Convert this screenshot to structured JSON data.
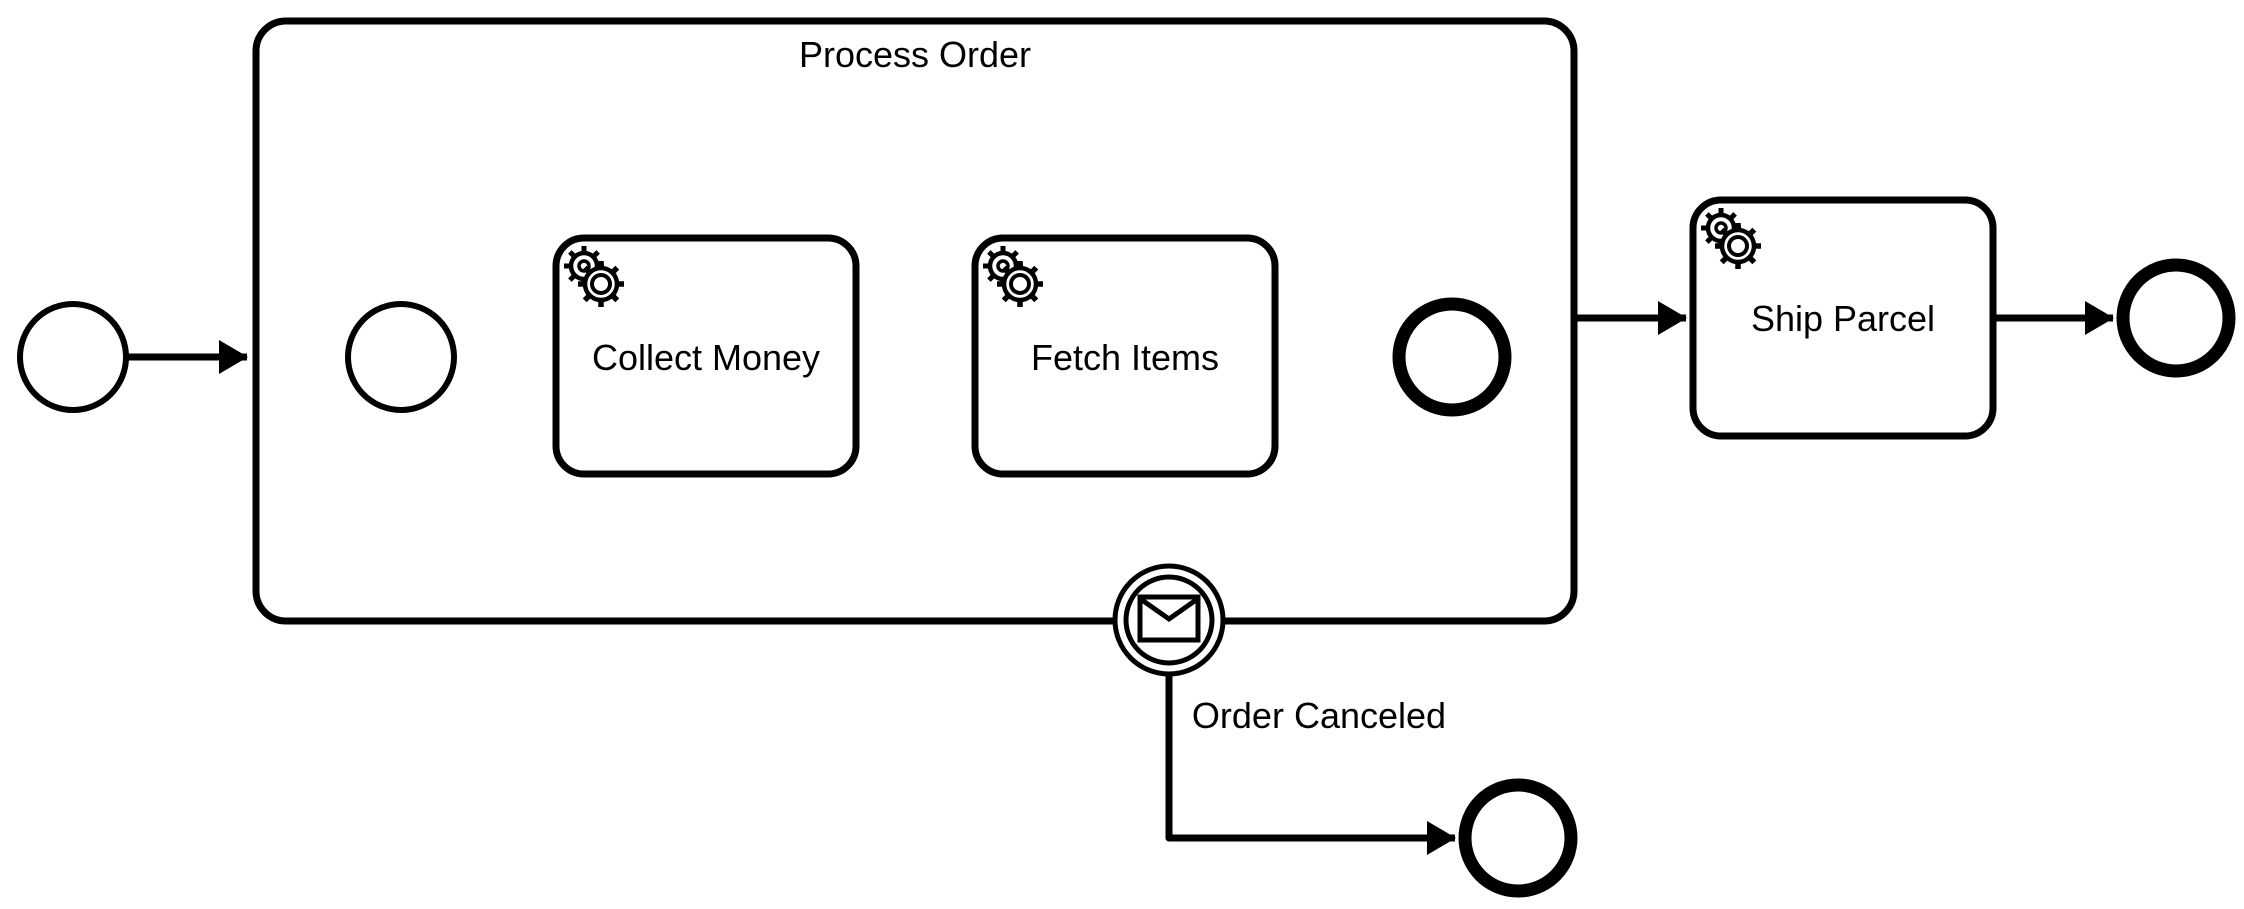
{
  "diagram": {
    "type": "bpmn-process-diagram",
    "title": "Process Order",
    "nodes": [
      {
        "id": "start-main",
        "type": "start-event",
        "label": ""
      },
      {
        "id": "process-order-subprocess",
        "type": "expanded-subprocess",
        "label": "Process Order"
      },
      {
        "id": "start-sub",
        "type": "start-event",
        "label": ""
      },
      {
        "id": "collect-money",
        "type": "service-task",
        "label": "Collect Money",
        "icon": "service-gears-icon"
      },
      {
        "id": "fetch-items",
        "type": "service-task",
        "label": "Fetch Items",
        "icon": "service-gears-icon"
      },
      {
        "id": "end-sub",
        "type": "end-event",
        "label": ""
      },
      {
        "id": "order-canceled-boundary",
        "type": "message-boundary-event",
        "label": "Order Canceled",
        "icon": "message-envelope-icon"
      },
      {
        "id": "ship-parcel",
        "type": "service-task",
        "label": "Ship Parcel",
        "icon": "service-gears-icon"
      },
      {
        "id": "end-canceled",
        "type": "end-event",
        "label": ""
      },
      {
        "id": "end-main",
        "type": "end-event",
        "label": ""
      }
    ],
    "flows": [
      {
        "from": "start-main",
        "to": "process-order-subprocess"
      },
      {
        "from": "start-sub",
        "to": "collect-money"
      },
      {
        "from": "collect-money",
        "to": "fetch-items"
      },
      {
        "from": "fetch-items",
        "to": "end-sub"
      },
      {
        "from": "order-canceled-boundary",
        "to": "end-canceled"
      },
      {
        "from": "process-order-subprocess",
        "to": "ship-parcel"
      },
      {
        "from": "ship-parcel",
        "to": "end-main"
      }
    ]
  },
  "icons": {
    "service-gears-icon": "two overlapping gears",
    "message-envelope-icon": "envelope"
  },
  "colors": {
    "stroke": "#000000",
    "background": "#ffffff"
  }
}
